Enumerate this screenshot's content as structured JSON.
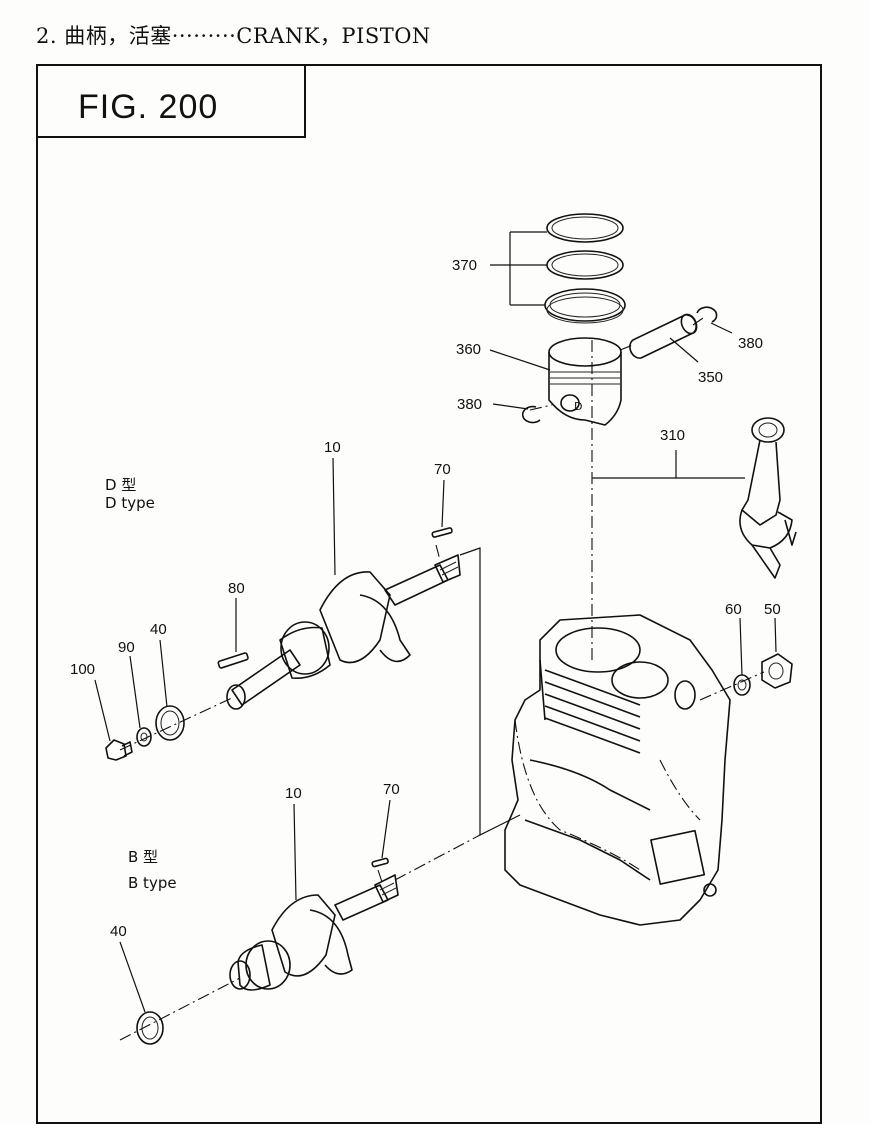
{
  "heading": "2. 曲柄，活塞·········CRANK，PISTON",
  "figure": {
    "label": "FIG.   200"
  },
  "types": {
    "d_cn": "D 型",
    "d_en": "D type",
    "b_cn": "B 型",
    "b_en": "B type"
  },
  "callouts": {
    "c370": "370",
    "c360": "360",
    "c380a": "380",
    "c350": "350",
    "c380b": "380",
    "c310": "310",
    "c10a": "10",
    "c70a": "70",
    "c80": "80",
    "c40a": "40",
    "c90": "90",
    "c100": "100",
    "c60": "60",
    "c50": "50",
    "c10b": "10",
    "c70b": "70",
    "c40b": "40"
  }
}
